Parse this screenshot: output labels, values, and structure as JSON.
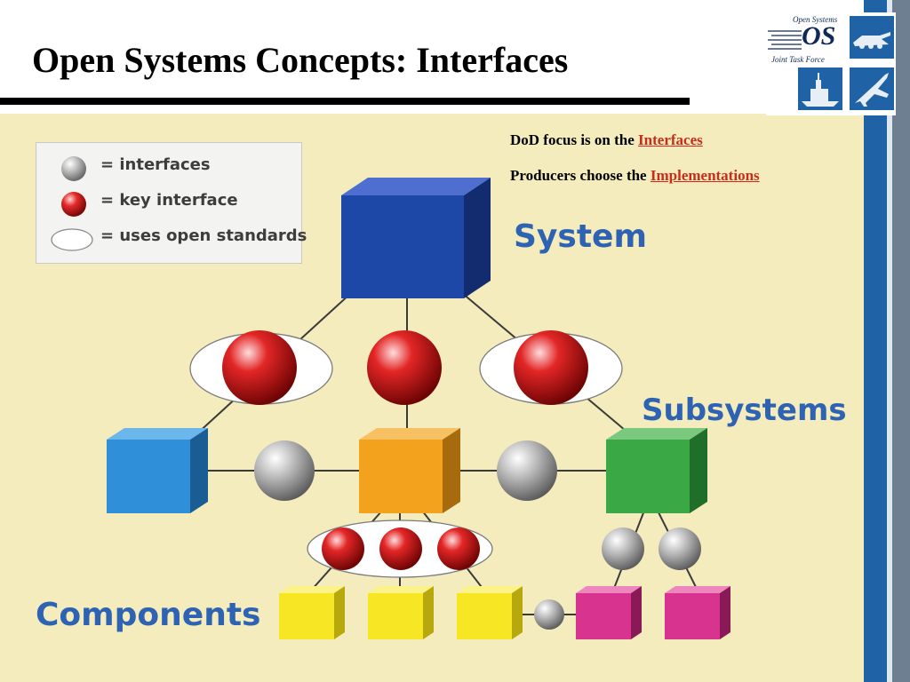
{
  "slide": {
    "title": "Open Systems Concepts: Interfaces"
  },
  "logo": {
    "top_text": "Open Systems",
    "mark": "OS",
    "bottom_text": "Joint Task Force"
  },
  "captions": [
    {
      "prefix": "DoD focus is on the ",
      "highlight": "Interfaces"
    },
    {
      "prefix": "Producers choose the ",
      "highlight": "Implementations"
    }
  ],
  "legend": {
    "items": [
      {
        "icon": "gray-sphere-icon",
        "label": "= interfaces"
      },
      {
        "icon": "red-sphere-icon",
        "label": "= key interface"
      },
      {
        "icon": "open-ellipse-icon",
        "label": "= uses open standards"
      }
    ]
  },
  "diagram": {
    "labels": {
      "system": "System",
      "subsystems": "Subsystems",
      "components": "Components"
    },
    "colors": {
      "system": "#1e48a8",
      "subsystem_left": "#2f8fd8",
      "subsystem_center": "#f2a21d",
      "subsystem_right": "#3aa845",
      "component_yellow": "#f7e624",
      "component_pink": "#d8338e",
      "key_interface": "#c81515",
      "interface": "#9e9e9e",
      "highlight_text": "#cc2b1b",
      "label_blue": "#2e63b4"
    }
  }
}
